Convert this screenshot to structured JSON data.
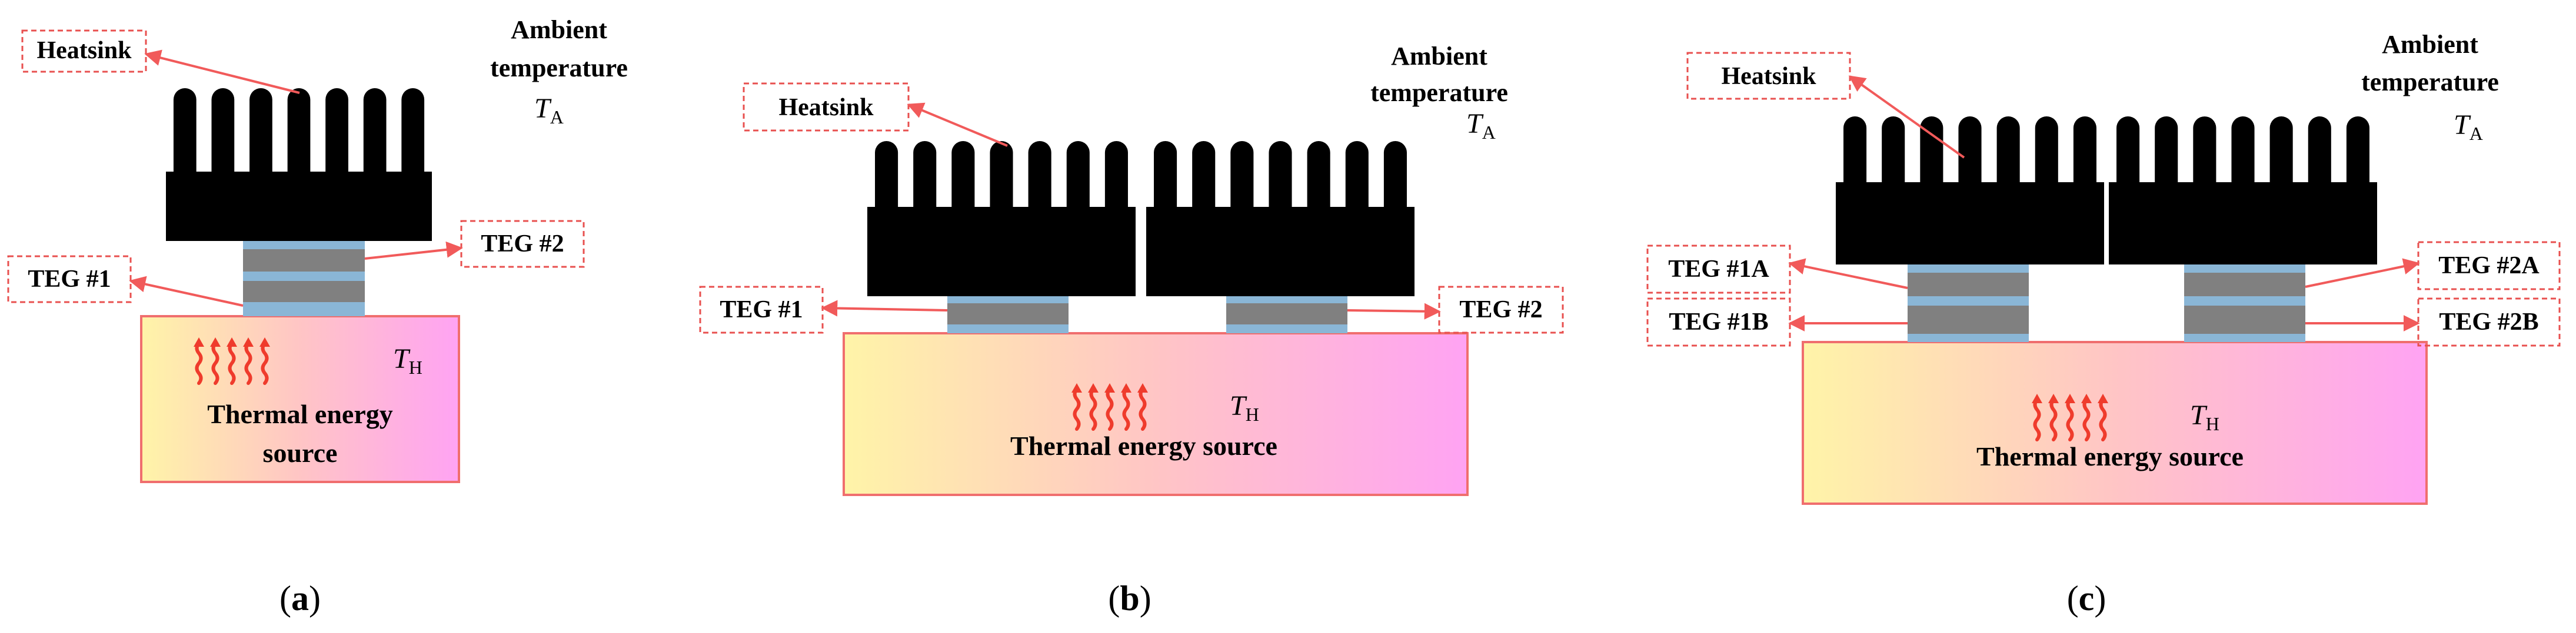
{
  "colors": {
    "heatsink": "#000000",
    "teg_gray": "#808080",
    "teg_blue": "#8ab6d6",
    "arrow_red": "#f15a5a",
    "box_dash": "#e8504f",
    "heat_wave": "#ef3b2c",
    "source_left": "#fff4a8",
    "source_mid": "#ffc5c5",
    "source_right": "#ffa3f3",
    "source_border": "#f06e6e"
  },
  "panels": [
    {
      "id": "a",
      "caption": {
        "open": "(",
        "letter": "a",
        "close": ")"
      },
      "ambient": {
        "line1": "Ambient",
        "line2": "temperature",
        "symbol": "T",
        "subscript": "A"
      },
      "heatsink_label": "Heatsink",
      "source": {
        "line1": "Thermal energy",
        "line2": "source",
        "symbol": "T",
        "subscript": "H"
      },
      "teg_labels": [
        "TEG #1",
        "TEG #2"
      ]
    },
    {
      "id": "b",
      "caption": {
        "open": "(",
        "letter": "b",
        "close": ")"
      },
      "ambient": {
        "line1": "Ambient",
        "line2": "temperature",
        "symbol": "T",
        "subscript": "A"
      },
      "heatsink_label": "Heatsink",
      "source": {
        "line1": "Thermal energy source",
        "symbol": "T",
        "subscript": "H"
      },
      "teg_labels": [
        "TEG #1",
        "TEG #2"
      ]
    },
    {
      "id": "c",
      "caption": {
        "open": "(",
        "letter": "c",
        "close": ")"
      },
      "ambient": {
        "line1": "Ambient",
        "line2": "temperature",
        "symbol": "T",
        "subscript": "A"
      },
      "heatsink_label": "Heatsink",
      "source": {
        "line1": "Thermal energy source",
        "symbol": "T",
        "subscript": "H"
      },
      "teg_labels": [
        "TEG #1A",
        "TEG #1B",
        "TEG #2A",
        "TEG #2B"
      ]
    }
  ]
}
